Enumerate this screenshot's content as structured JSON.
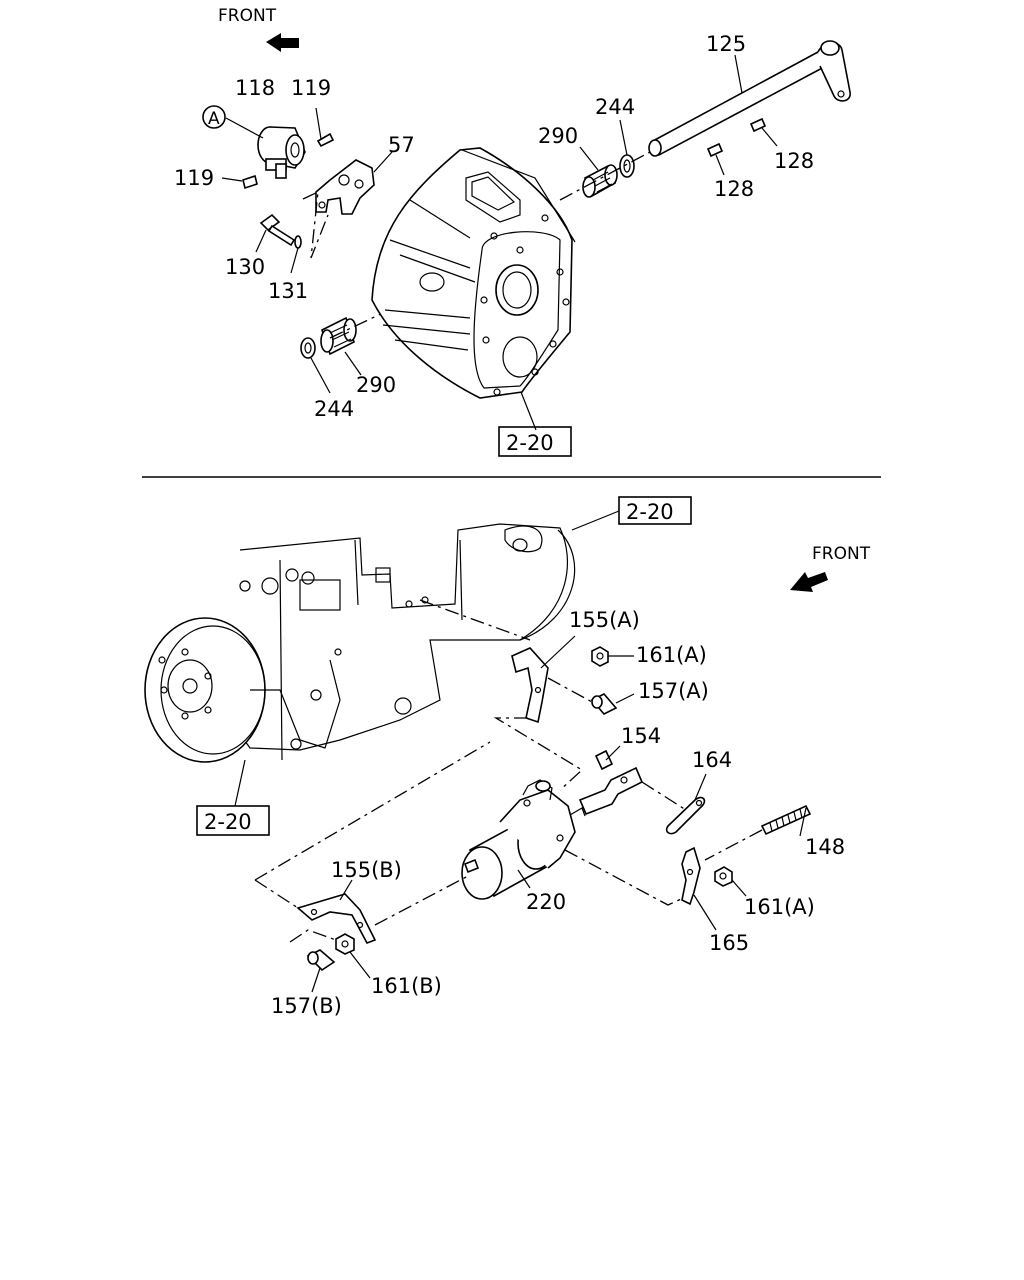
{
  "upper": {
    "front": "FRONT",
    "circle_ref": "A",
    "labels": {
      "p125": "125",
      "p118": "118",
      "p119a": "119",
      "p244a": "244",
      "p57": "57",
      "p290a": "290",
      "p119b": "119",
      "p128a": "128",
      "p128b": "128",
      "p130": "130",
      "p131": "131",
      "p290b": "290",
      "p244b": "244"
    },
    "ref_box": "2-20"
  },
  "lower": {
    "front": "FRONT",
    "ref_box_top": "2-20",
    "ref_box_left": "2-20",
    "labels": {
      "p155a": "155(A)",
      "p161a1": "161(A)",
      "p157a": "157(A)",
      "p154": "154",
      "p164": "164",
      "p148": "148",
      "p155b": "155(B)",
      "p220": "220",
      "p161a2": "161(A)",
      "p165": "165",
      "p161b": "161(B)",
      "p157b": "157(B)"
    }
  }
}
